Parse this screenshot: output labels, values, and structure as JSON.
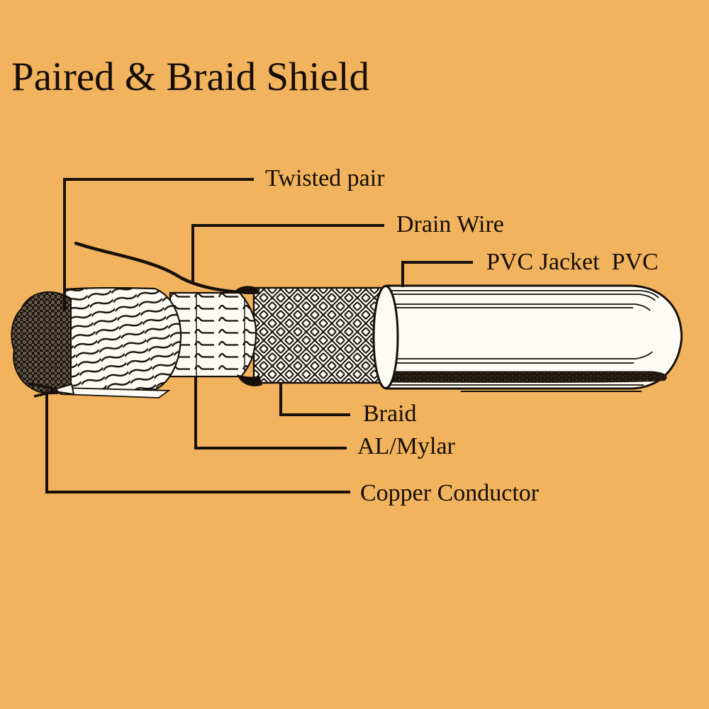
{
  "title": "Paired & Braid Shield",
  "labels": {
    "twisted_pair": "Twisted pair",
    "drain_wire": "Drain Wire",
    "pvc_jacket": "PVC Jacket  PVC",
    "braid": "Braid",
    "al_mylar": "AL/Mylar",
    "copper_conductor": "Copper Conductor"
  },
  "colors": {
    "background": "#f1b35e",
    "line": "#17100a",
    "text": "#150d05",
    "fill": "#fdfbf5",
    "stripe": "#1e1810"
  }
}
